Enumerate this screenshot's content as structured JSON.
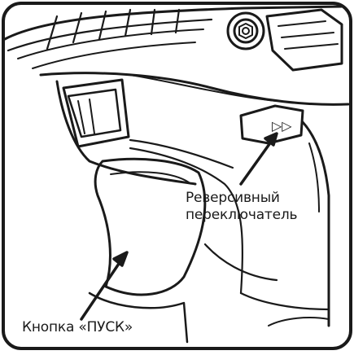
{
  "figure": {
    "callouts": {
      "reverse_switch": {
        "line1": "Реверсивный",
        "line2": "переключатель"
      },
      "start_button": "Кнопка «ПУСК»"
    },
    "switch_symbol": "▷▷",
    "colors": {
      "ink": "#1a1a1a",
      "background": "#ffffff"
    }
  }
}
